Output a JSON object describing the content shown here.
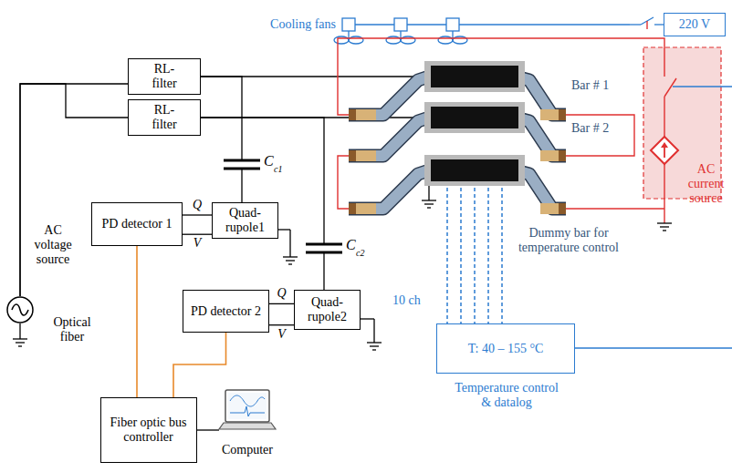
{
  "diagram": {
    "nodes": [
      {
        "text": [
          "RL- filter"
        ]
      },
      {
        "text": [
          "RL- filter"
        ]
      },
      {
        "text": [
          "AC voltage source"
        ]
      },
      {
        "text": [
          "PD detector 1"
        ]
      },
      {
        "text": [
          "Quad- rupole1"
        ]
      },
      {
        "text": [
          "PD detector 2"
        ]
      },
      {
        "text": [
          "Quad- rupole2"
        ]
      },
      {
        "text": [
          "Fiber optic bus controller"
        ]
      },
      {
        "text": [
          "Computer"
        ]
      },
      {
        "text": [
          "220 V"
        ]
      },
      {
        "text": [
          "AC current source"
        ]
      },
      {
        "text": [
          "T: 40 – 155 °C",
          "Temperature control & datalog"
        ]
      }
    ],
    "edges": [
      {
        "from": 2,
        "to": 0,
        "arrow": "none"
      },
      {
        "from": 2,
        "to": 1,
        "arrow": "none"
      },
      {
        "from": 0,
        "to": 4,
        "arrow": "none"
      },
      {
        "from": 1,
        "to": 6,
        "arrow": "none"
      },
      {
        "from": 4,
        "to": 3,
        "label": "Q",
        "arrow": "none"
      },
      {
        "from": 4,
        "to": 3,
        "label": "V",
        "arrow": "none"
      },
      {
        "from": 6,
        "to": 5,
        "label": "Q",
        "arrow": "none"
      },
      {
        "from": 6,
        "to": 5,
        "label": "V",
        "arrow": "none"
      },
      {
        "from": 3,
        "to": 7,
        "arrow": "none"
      },
      {
        "from": 5,
        "to": 7,
        "arrow": "none"
      },
      {
        "from": 7,
        "to": 8,
        "arrow": "none"
      }
    ],
    "labels": [
      "Cooling fans",
      "Bar # 1",
      "Bar # 2",
      "C",
      "c1",
      "C",
      "c2",
      "Dummy bar for temperature control",
      "10 ch",
      "Optical fiber"
    ]
  }
}
